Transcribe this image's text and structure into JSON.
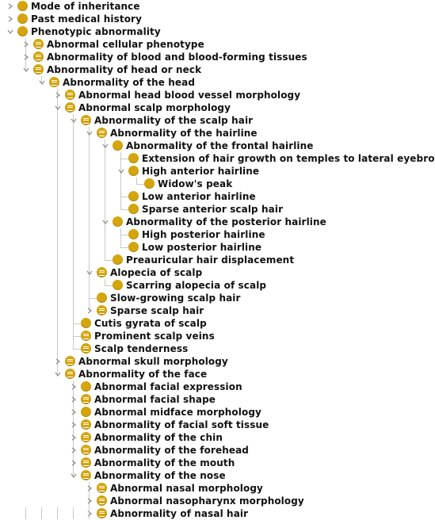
{
  "ui": {
    "node_color": "#d4a50c",
    "guide_color": "#c8c8c8",
    "toggle_color": "#8a8a8a"
  },
  "tree": [
    {
      "level": 0,
      "label": "Mode of inheritance",
      "toggle": "collapsed",
      "icon": "plain"
    },
    {
      "level": 0,
      "label": "Past medical history",
      "toggle": "collapsed",
      "icon": "plain"
    },
    {
      "level": 0,
      "label": "Phenotypic abnormality",
      "toggle": "expanded",
      "icon": "plain"
    },
    {
      "level": 1,
      "label": "Abnormal cellular phenotype",
      "toggle": "collapsed",
      "icon": "lines"
    },
    {
      "level": 1,
      "label": "Abnormality of blood and blood-forming tissues",
      "toggle": "collapsed",
      "icon": "lines"
    },
    {
      "level": 1,
      "label": "Abnormality of head or neck",
      "toggle": "expanded",
      "icon": "lines"
    },
    {
      "level": 2,
      "label": "Abnormality of the head",
      "toggle": "expanded",
      "icon": "lines"
    },
    {
      "level": 3,
      "label": "Abnormal head blood vessel morphology",
      "toggle": "collapsed",
      "icon": "lines"
    },
    {
      "level": 3,
      "label": "Abnormal scalp morphology",
      "toggle": "expanded",
      "icon": "lines"
    },
    {
      "level": 4,
      "label": "Abnormality of the scalp hair",
      "toggle": "expanded",
      "icon": "lines"
    },
    {
      "level": 5,
      "label": "Abnormality of the hairline",
      "toggle": "expanded",
      "icon": "lines"
    },
    {
      "level": 6,
      "label": "Abnormality of the frontal hairline",
      "toggle": "expanded",
      "icon": "plain"
    },
    {
      "level": 7,
      "label": "Extension of hair growth on temples to lateral eyebrow",
      "toggle": "none",
      "icon": "plain"
    },
    {
      "level": 7,
      "label": "High anterior hairline",
      "toggle": "expanded",
      "icon": "plain"
    },
    {
      "level": 8,
      "label": "Widow's peak",
      "toggle": "none",
      "icon": "plain"
    },
    {
      "level": 7,
      "label": "Low anterior hairline",
      "toggle": "none",
      "icon": "plain"
    },
    {
      "level": 7,
      "label": "Sparse anterior scalp hair",
      "toggle": "none",
      "icon": "plain"
    },
    {
      "level": 6,
      "label": "Abnormality of the posterior hairline",
      "toggle": "expanded",
      "icon": "plain"
    },
    {
      "level": 7,
      "label": "High posterior hairline",
      "toggle": "none",
      "icon": "plain"
    },
    {
      "level": 7,
      "label": "Low posterior hairline",
      "toggle": "none",
      "icon": "plain"
    },
    {
      "level": 6,
      "label": "Preauricular hair displacement",
      "toggle": "none",
      "icon": "plain"
    },
    {
      "level": 5,
      "label": "Alopecia of scalp",
      "toggle": "expanded",
      "icon": "lines"
    },
    {
      "level": 6,
      "label": "Scarring alopecia of scalp",
      "toggle": "none",
      "icon": "plain"
    },
    {
      "level": 5,
      "label": "Slow-growing scalp hair",
      "toggle": "none",
      "icon": "plain"
    },
    {
      "level": 5,
      "label": "Sparse scalp hair",
      "toggle": "collapsed",
      "icon": "lines"
    },
    {
      "level": 4,
      "label": "Cutis gyrata of scalp",
      "toggle": "none",
      "icon": "plain"
    },
    {
      "level": 4,
      "label": "Prominent scalp veins",
      "toggle": "none",
      "icon": "lines"
    },
    {
      "level": 4,
      "label": "Scalp tenderness",
      "toggle": "none",
      "icon": "lines"
    },
    {
      "level": 3,
      "label": "Abnormal skull morphology",
      "toggle": "collapsed",
      "icon": "lines"
    },
    {
      "level": 3,
      "label": "Abnormality of the face",
      "toggle": "expanded",
      "icon": "lines"
    },
    {
      "level": 4,
      "label": "Abnormal facial expression",
      "toggle": "collapsed",
      "icon": "plain"
    },
    {
      "level": 4,
      "label": "Abnormal facial shape",
      "toggle": "collapsed",
      "icon": "lines"
    },
    {
      "level": 4,
      "label": "Abnormal midface morphology",
      "toggle": "collapsed",
      "icon": "plain"
    },
    {
      "level": 4,
      "label": "Abnormality of facial soft tissue",
      "toggle": "collapsed",
      "icon": "lines"
    },
    {
      "level": 4,
      "label": "Abnormality of the chin",
      "toggle": "collapsed",
      "icon": "lines"
    },
    {
      "level": 4,
      "label": "Abnormality of the forehead",
      "toggle": "collapsed",
      "icon": "lines"
    },
    {
      "level": 4,
      "label": "Abnormality of the mouth",
      "toggle": "collapsed",
      "icon": "lines"
    },
    {
      "level": 4,
      "label": "Abnormality of the nose",
      "toggle": "expanded",
      "icon": "lines"
    },
    {
      "level": 5,
      "label": "Abnormal nasal morphology",
      "toggle": "collapsed",
      "icon": "lines"
    },
    {
      "level": 5,
      "label": "Abnormal nasopharynx morphology",
      "toggle": "collapsed",
      "icon": "lines"
    },
    {
      "level": 5,
      "label": "Abnormality of nasal hair",
      "toggle": "collapsed",
      "icon": "lines"
    }
  ]
}
